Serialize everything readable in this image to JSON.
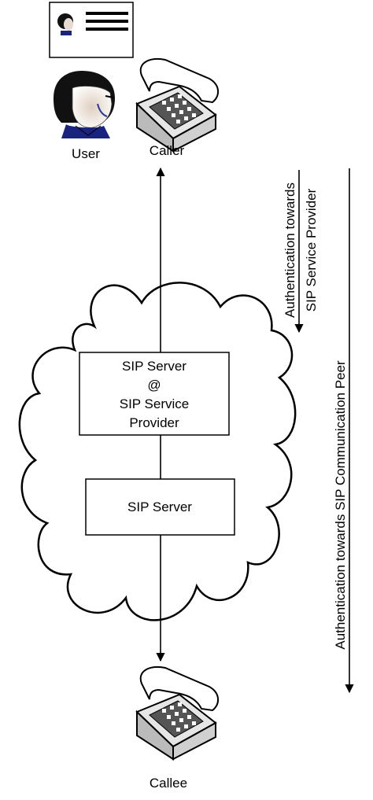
{
  "id_card": {
    "icon": "id-card-icon"
  },
  "user": {
    "label": "User",
    "icon": "user-avatar-icon"
  },
  "caller": {
    "label": "Caller",
    "icon": "telephone-icon"
  },
  "callee": {
    "label": "Callee",
    "icon": "telephone-icon"
  },
  "cloud": {
    "icon": "cloud-icon"
  },
  "server_provider": {
    "lines": [
      "SIP Server",
      "@",
      "SIP Service",
      "Provider"
    ]
  },
  "server": {
    "label": "SIP Server"
  },
  "auth_provider": {
    "lines": [
      "Authentication towards",
      "SIP Service Provider"
    ]
  },
  "auth_peer": {
    "label": "Authentication towards SIP Communication Peer"
  }
}
